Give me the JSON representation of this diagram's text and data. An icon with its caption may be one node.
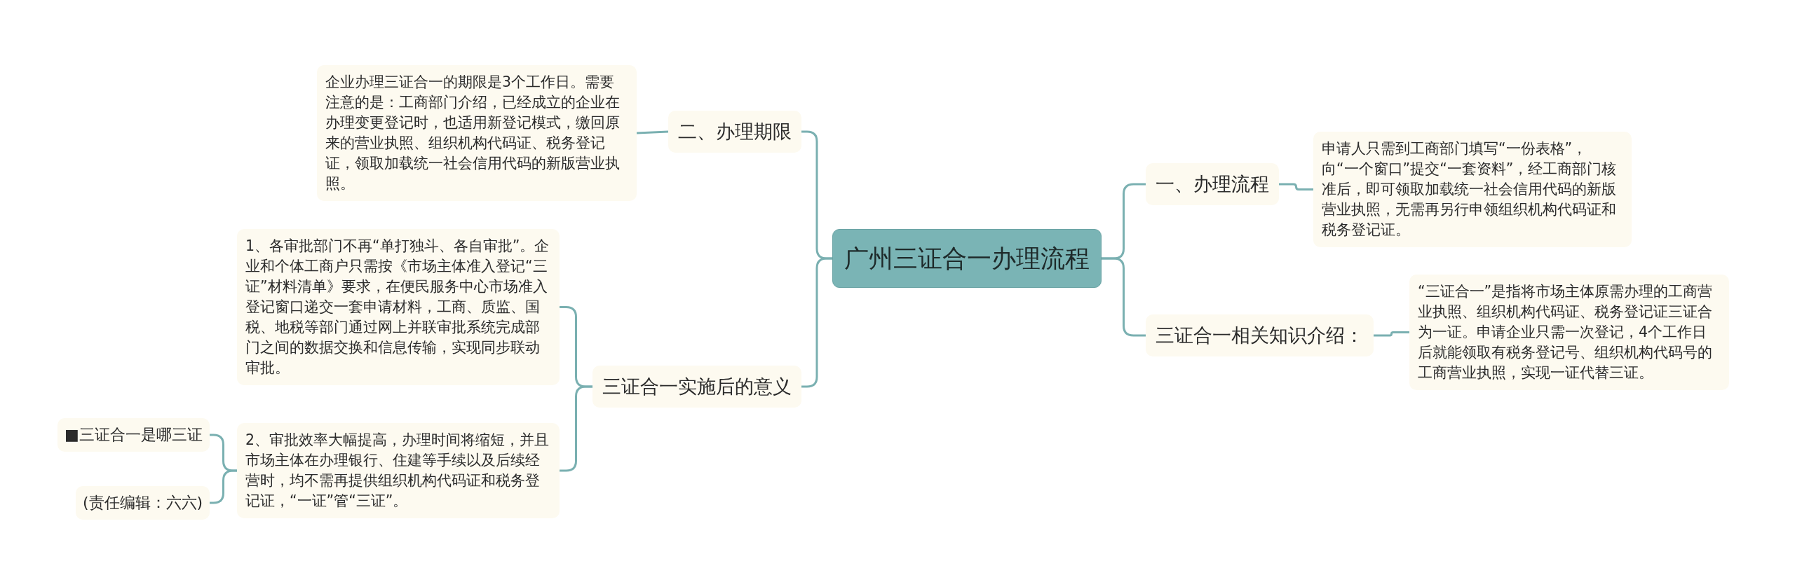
{
  "diagram": {
    "nodes": [
      {
        "text": [
          "广州三证合一办理流程"
        ]
      },
      {
        "text": [
          "二、办理期限"
        ]
      },
      {
        "text": [
          "企业办理三证合一的期限是3个工作日。需要注意的是：工商部门介绍，已经成立的企业在办理变更登记时，也适用新登记模式，缴回原来的营业执照、组织机构代码证、税务登记证，领取加载统一社会信用代码的新版营业执照。"
        ]
      },
      {
        "text": [
          "三证合一实施后的意义"
        ]
      },
      {
        "text": [
          "1、各审批部门不再“单打独斗、各自审批”。企业和个体工商户只需按《市场主体准入登记“三证”材料清单》要求，在便民服务中心市场准入登记窗口递交一套申请材料，工商、质监、国税、地税等部门通过网上并联审批系统完成部门之间的数据交换和信息传输，实现同步联动审批。"
        ]
      },
      {
        "text": [
          "2、审批效率大幅提高，办理时间将缩短，并且市场主体在办理银行、住建等手续以及后续经营时，均不需再提供组织机构代码证和税务登记证，“一证”管“三证”。"
        ]
      },
      {
        "text": [
          "■三证合一是哪三证"
        ]
      },
      {
        "text": [
          "(责任编辑：六六)"
        ]
      },
      {
        "text": [
          "一、办理流程"
        ]
      },
      {
        "text": [
          "申请人只需到工商部门填写“一份表格”，向“一个窗口”提交“一套资料”，经工商部门核准后，即可领取加载统一社会信用代码的新版营业执照，无需再另行申领组织机构代码证和税务登记证。"
        ]
      },
      {
        "text": [
          "三证合一相关知识介绍："
        ]
      },
      {
        "text": [
          "“三证合一”是指将市场主体原需办理的工商营业执照、组织机构代码证、税务登记证三证合为一证。申请企业只需一次登记，4个工作日后就能领取有税务登记号、组织机构代码号的工商营业执照，实现一证代替三证。"
        ]
      }
    ],
    "edges": [
      {
        "from": 0,
        "to": 1,
        "arrow": "none"
      },
      {
        "from": 0,
        "to": 3,
        "arrow": "none"
      },
      {
        "from": 0,
        "to": 8,
        "arrow": "none"
      },
      {
        "from": 0,
        "to": 10,
        "arrow": "none"
      },
      {
        "from": 1,
        "to": 2,
        "arrow": "none"
      },
      {
        "from": 3,
        "to": 4,
        "arrow": "none"
      },
      {
        "from": 3,
        "to": 5,
        "arrow": "none"
      },
      {
        "from": 5,
        "to": 6,
        "arrow": "none"
      },
      {
        "from": 5,
        "to": 7,
        "arrow": "none"
      },
      {
        "from": 8,
        "to": 9,
        "arrow": "none"
      },
      {
        "from": 10,
        "to": 11,
        "arrow": "none"
      }
    ]
  }
}
